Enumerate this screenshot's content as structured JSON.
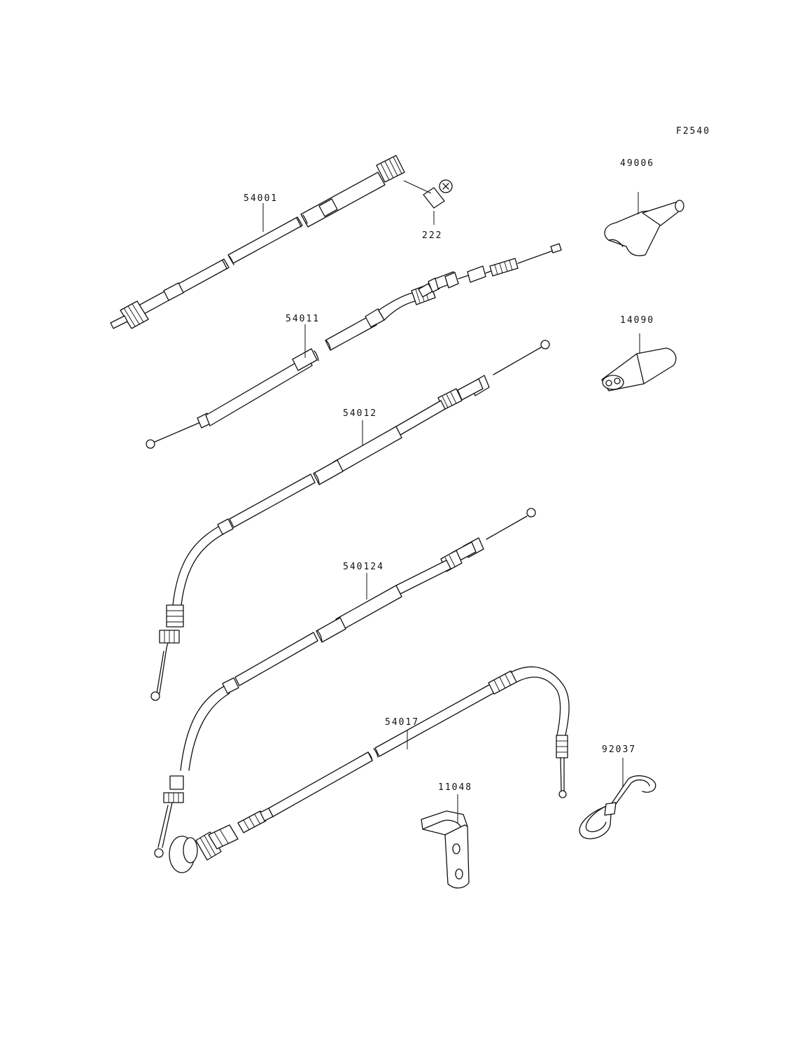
{
  "figure": {
    "code": "F2540"
  },
  "parts": [
    {
      "id": "speedometer-cable",
      "number": "54001"
    },
    {
      "id": "screw",
      "number": "222"
    },
    {
      "id": "cable-boot",
      "number": "49006"
    },
    {
      "id": "throttle-cable",
      "number": "54011"
    },
    {
      "id": "cable-guide",
      "number": "14090"
    },
    {
      "id": "clutch-cable",
      "number": "54012"
    },
    {
      "id": "clutch-cable-alt",
      "number": "540124"
    },
    {
      "id": "choke-cable",
      "number": "54017"
    },
    {
      "id": "bracket",
      "number": "11048"
    },
    {
      "id": "clamp",
      "number": "92037"
    }
  ]
}
